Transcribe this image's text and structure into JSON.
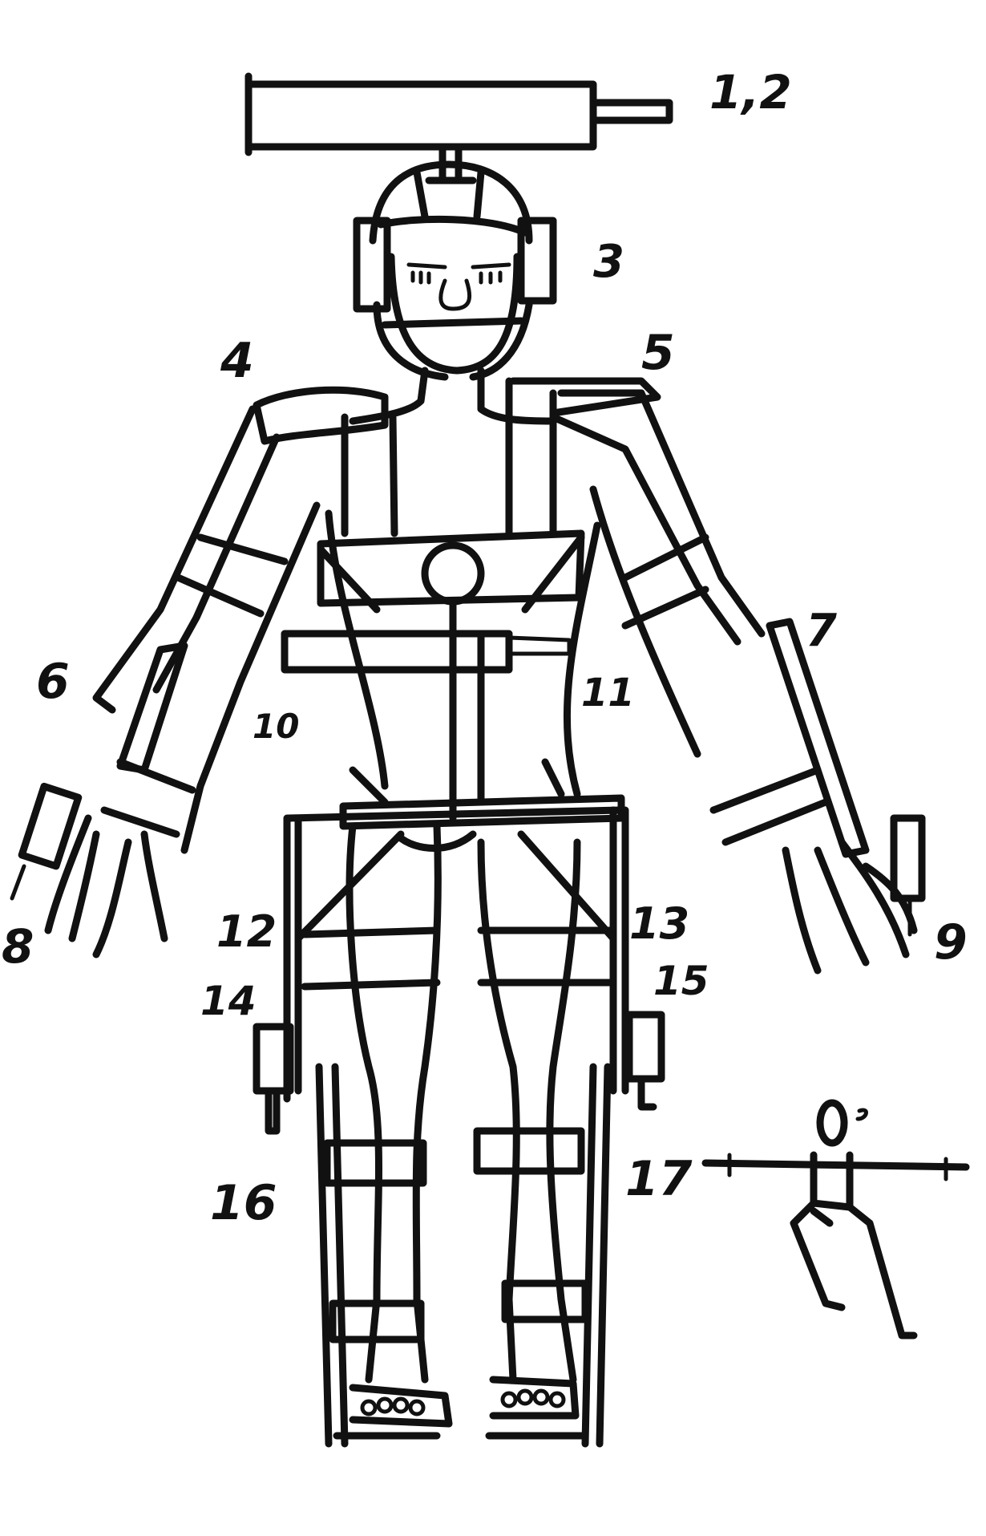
{
  "ink_color": "#111111",
  "paper_color": "#ffffff",
  "callouts": [
    {
      "id": "c12",
      "text": "1,2"
    },
    {
      "id": "c3",
      "text": "3"
    },
    {
      "id": "c4",
      "text": "4"
    },
    {
      "id": "c5",
      "text": "5"
    },
    {
      "id": "c6",
      "text": "6"
    },
    {
      "id": "c7",
      "text": "7"
    },
    {
      "id": "c8",
      "text": "8"
    },
    {
      "id": "c9",
      "text": "9"
    },
    {
      "id": "c10",
      "text": "10"
    },
    {
      "id": "c11",
      "text": "11"
    },
    {
      "id": "c12b",
      "text": "12"
    },
    {
      "id": "c13",
      "text": "13"
    },
    {
      "id": "c14",
      "text": "14"
    },
    {
      "id": "c15",
      "text": "15"
    },
    {
      "id": "c16",
      "text": "16"
    },
    {
      "id": "c17",
      "text": "17"
    }
  ]
}
